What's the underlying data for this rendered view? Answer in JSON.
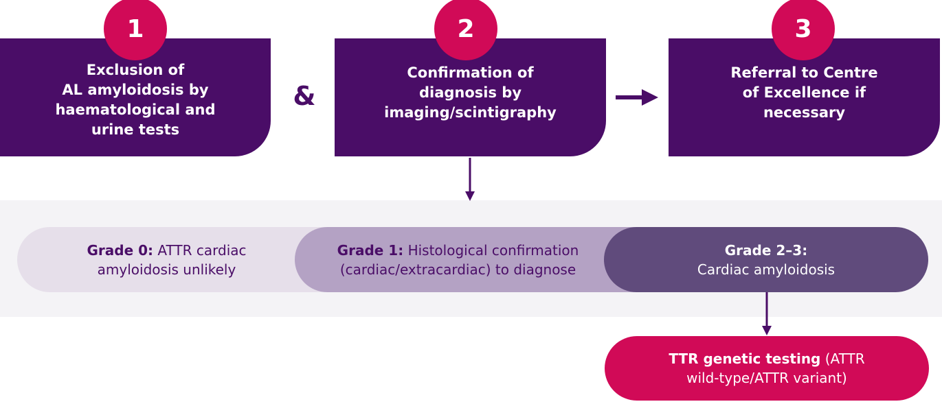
{
  "steps": [
    {
      "number": "1",
      "text": "Exclusion of\nAL amyloidosis by\nhaematological and\nurine tests"
    },
    {
      "number": "2",
      "text": "Confirmation of\ndiagnosis by\nimaging/scintigraphy"
    },
    {
      "number": "3",
      "text": "Referral to Centre\nof Excellence if\nnecessary"
    }
  ],
  "connector_ampersand": "&",
  "grades": [
    {
      "label": "Grade 0:",
      "text": "ATTR cardiac",
      "text2": "amyloidosis unlikely"
    },
    {
      "label": "Grade 1:",
      "text": "Histological confirmation",
      "text2": "(cardiac/extracardiac) to diagnose"
    },
    {
      "label": "Grade 2–3:",
      "text": "",
      "text2": "Cardiac amyloidosis"
    }
  ],
  "genetic_testing": {
    "label": "TTR genetic testing",
    "text": "(ATTR",
    "text2": "wild-type/ATTR variant)"
  },
  "colors": {
    "purple": "#4a0d67",
    "magenta": "#d10a57",
    "grade0": "#e6dfea",
    "grade1": "#b4a2c4",
    "grade2": "#604b7c",
    "band": "#f4f3f6"
  }
}
